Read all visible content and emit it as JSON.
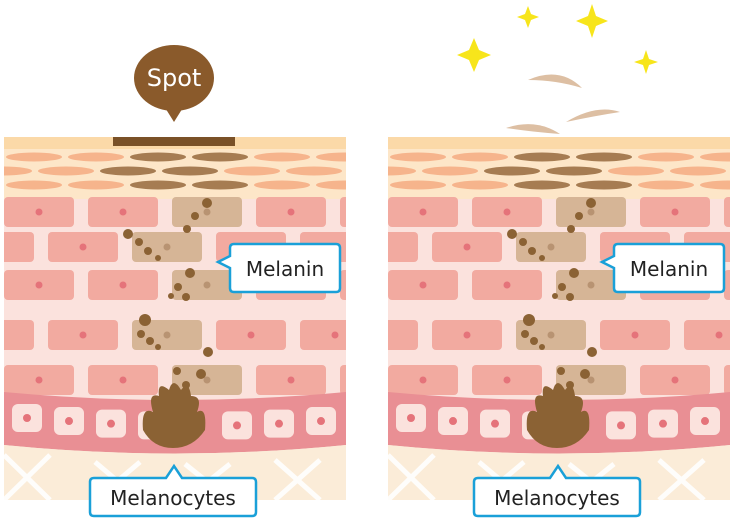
{
  "labels": {
    "spot": "Spot",
    "melanin_left": "Melanin",
    "melanin_right": "Melanin",
    "melanocytes_left": "Melanocytes",
    "melanocytes_right": "Melanocytes"
  },
  "colors": {
    "callout_border": "#1aa0d8",
    "spot_bubble": "#8a5a2b",
    "melanin_dot": "#8b6234",
    "melanin_cell": "#d6b596",
    "skin_cell": "#f2aaa0",
    "skin_cell_nucleus": "#e5737a",
    "basal_band": "#e98f94",
    "dermis": "#fbecd8",
    "sparkle": "#f7e51b",
    "flake": "#ddbfa3"
  },
  "icons": {
    "sparkle": "sparkle-icon",
    "melanocyte": "melanocyte-hand-icon"
  }
}
